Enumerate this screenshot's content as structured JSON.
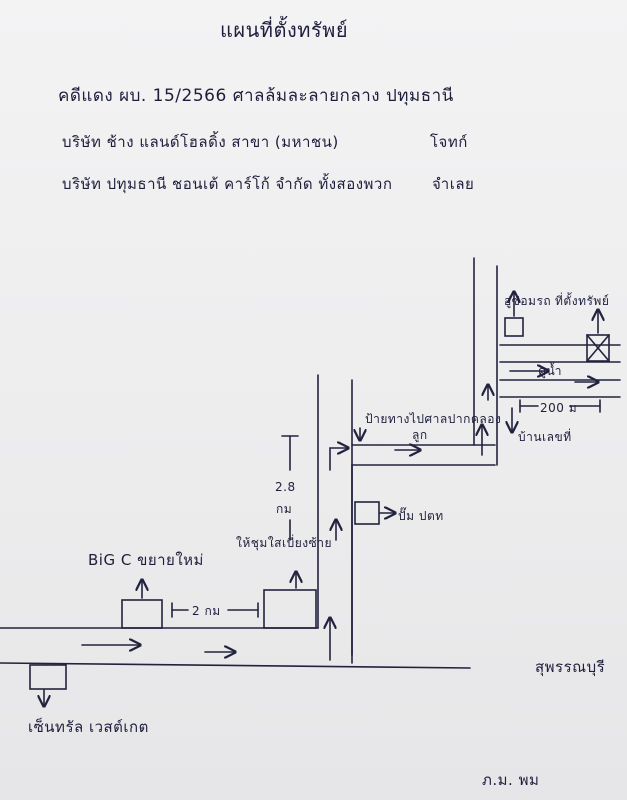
{
  "header": {
    "title": "แผนที่ตั้งทรัพย์",
    "line1": "คดีแดง ผบ. 15/2566 ศาลล้มละลายกลาง ปทุมธานี",
    "line2_left": "บริษัท ช้าง แลนด์โฮลดิ้ง สาขา (มหาชน)",
    "line2_right": "โจทก์",
    "line3_left": "บริษัท ปทุมธานี ชอนเต้ คาร์โก้ จำกัด ทั้งสองพวก",
    "line3_right": "จำเลย"
  },
  "map": {
    "big_c_label": "BiG C ขยายใหม่",
    "distance_2km": "2 กม",
    "distance_28": "2.8",
    "distance_28_unit": "กม",
    "turn_left_label": "ให้ชุมใสเบี่ยงซ้าย",
    "sign_label": "ป้ายทางไปศาลปากคลอง",
    "sign_label_2": "ลูก",
    "pump_label": "ปั๊ม ปตท",
    "house_label_top": "อู่ซ่อมรถ",
    "property_label": "ที่ตั้งทรัพย์",
    "water_label": "คูน้ำ",
    "distance_200": "200 ม",
    "nearby_label": "บ้านเลขที่",
    "central_label": "เซ็นทรัล เวสต์เกต",
    "direction_label": "สุพรรณบุรี",
    "signature": "ภ.ม. พม"
  }
}
